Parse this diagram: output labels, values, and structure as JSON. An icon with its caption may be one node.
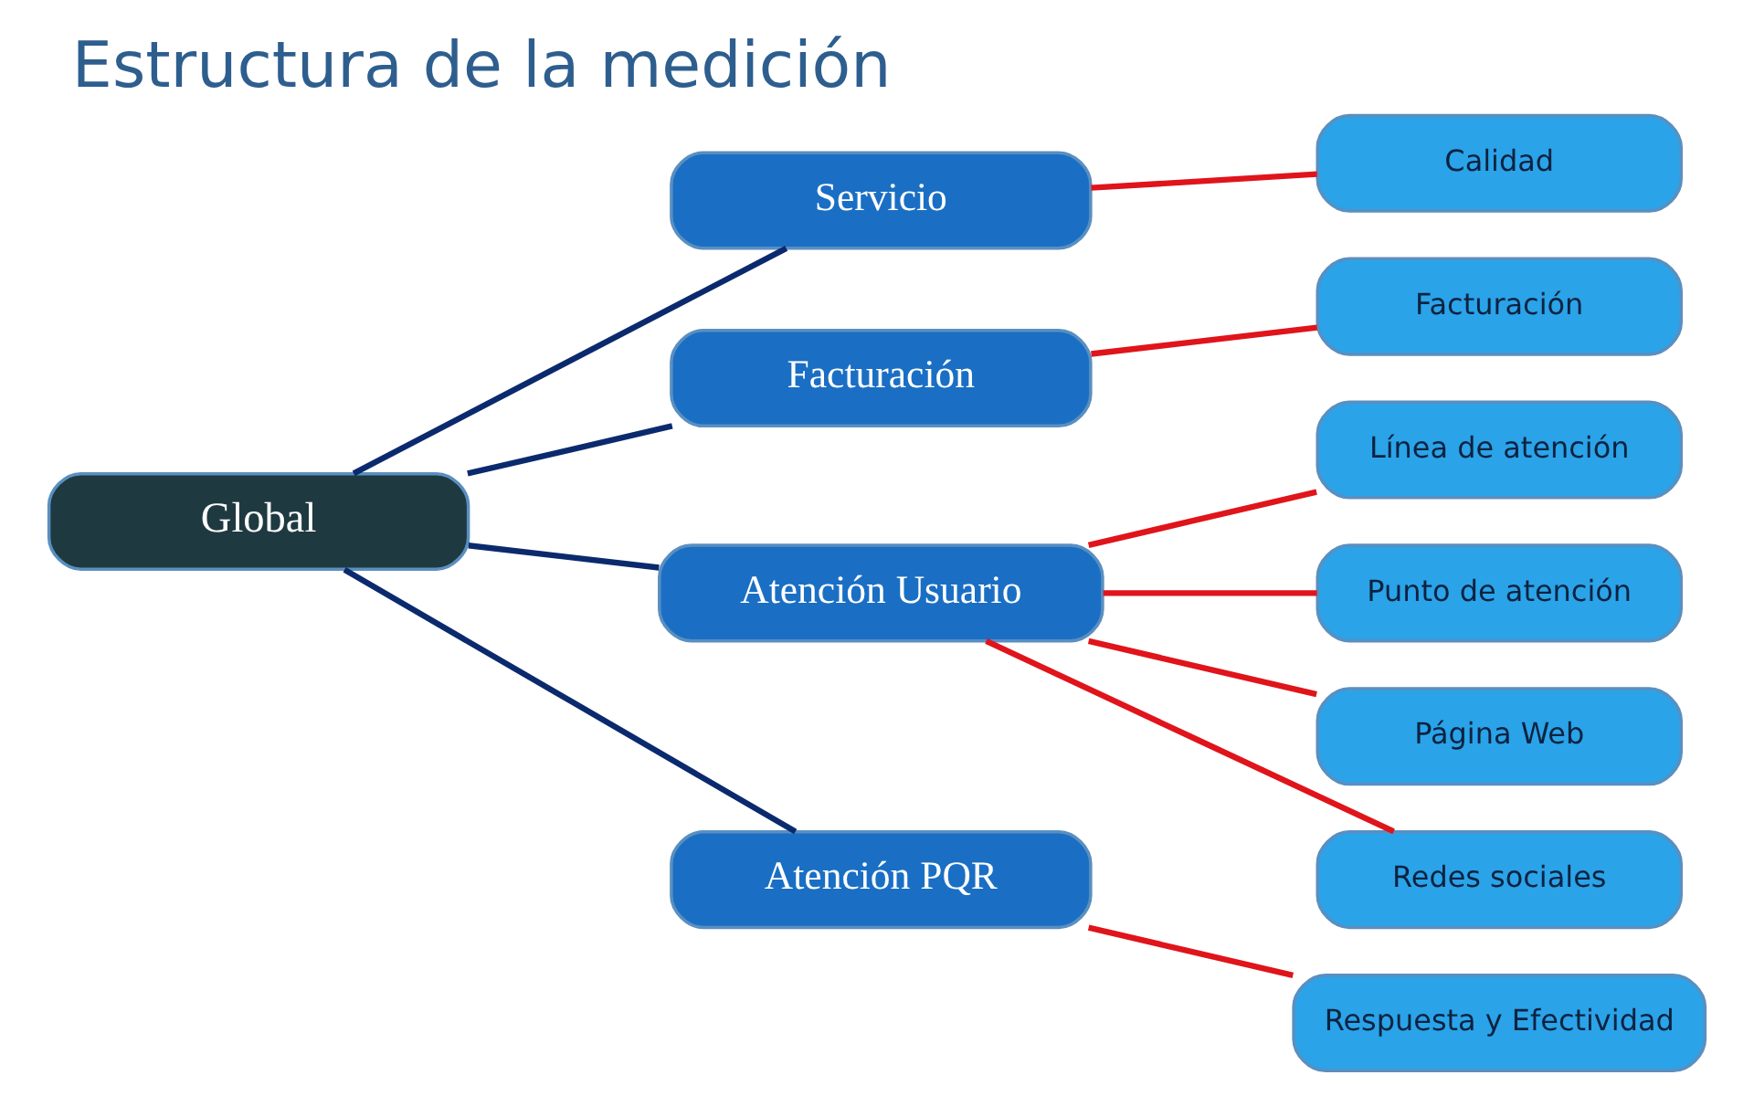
{
  "diagram": {
    "title": "Estructura de la medición",
    "nodes": [
      {
        "text": [
          "Global"
        ]
      },
      {
        "text": [
          "Servicio"
        ]
      },
      {
        "text": [
          "Facturación"
        ]
      },
      {
        "text": [
          "Atención Usuario"
        ]
      },
      {
        "text": [
          "Atención PQR"
        ]
      },
      {
        "text": [
          "Calidad"
        ]
      },
      {
        "text": [
          "Facturación"
        ]
      },
      {
        "text": [
          "Línea de atención"
        ]
      },
      {
        "text": [
          "Punto de atención"
        ]
      },
      {
        "text": [
          "Página Web"
        ]
      },
      {
        "text": [
          "Redes sociales"
        ]
      },
      {
        "text": [
          "Respuesta y Efectividad"
        ]
      }
    ],
    "edges": [
      {
        "from": 0,
        "to": 1,
        "arrow": "none",
        "color": "#0b2a6e"
      },
      {
        "from": 0,
        "to": 2,
        "arrow": "none",
        "color": "#0b2a6e"
      },
      {
        "from": 0,
        "to": 3,
        "arrow": "none",
        "color": "#0b2a6e"
      },
      {
        "from": 0,
        "to": 4,
        "arrow": "none",
        "color": "#0b2a6e"
      },
      {
        "from": 1,
        "to": 5,
        "arrow": "none"
      },
      {
        "from": 2,
        "to": 6,
        "arrow": "none"
      },
      {
        "from": 3,
        "to": 7,
        "arrow": "none"
      },
      {
        "from": 3,
        "to": 8,
        "arrow": "none"
      },
      {
        "from": 3,
        "to": 9,
        "arrow": "none"
      },
      {
        "from": 3,
        "to": 10,
        "arrow": "none"
      },
      {
        "from": 4,
        "to": 11,
        "arrow": "none"
      }
    ]
  }
}
